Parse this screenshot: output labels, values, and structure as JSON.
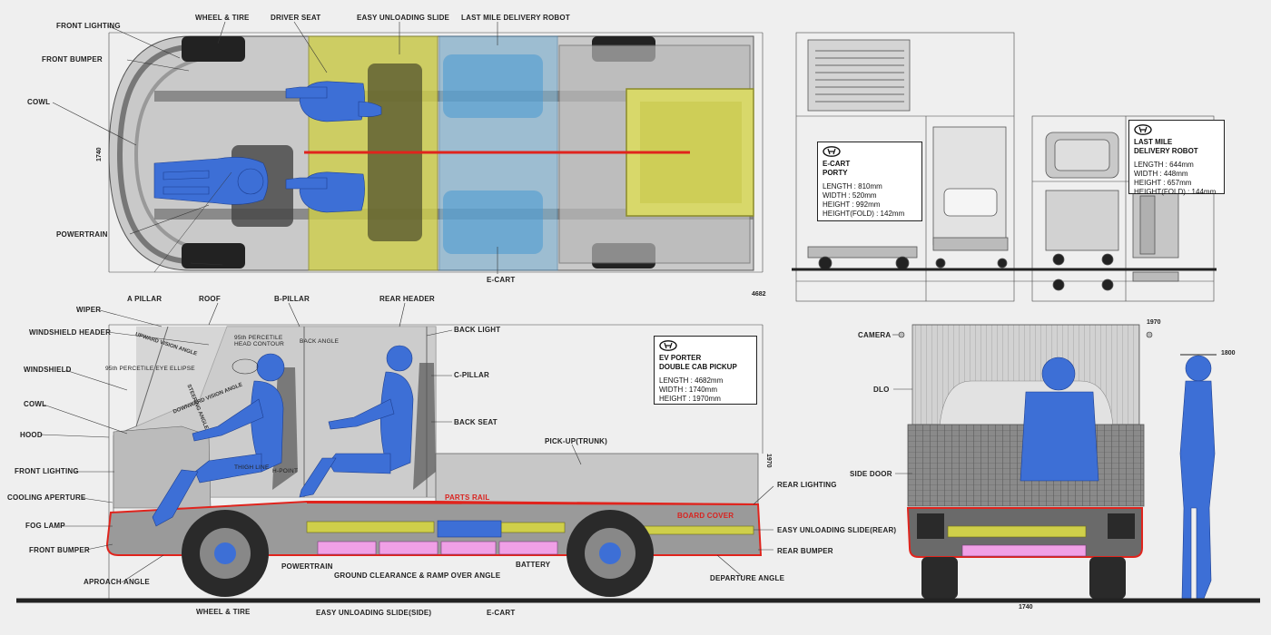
{
  "top_view": {
    "labels": {
      "front_lighting": "FRONT LIGHTING",
      "front_bumper": "FRONT BUMPER",
      "cowl": "COWL",
      "powertrain": "POWERTRAIN",
      "wheel_tire": "WHEEL & TIRE",
      "driver_seat": "DRIVER SEAT",
      "easy_unloading_slide": "EASY UNLOADING SLIDE",
      "last_mile_robot": "LAST MILE DELIVERY ROBOT",
      "e_cart": "E-CART"
    },
    "dimensions": {
      "width": "1740",
      "length": "4682"
    }
  },
  "side_view": {
    "labels": {
      "a_pillar": "A PILLAR",
      "roof": "ROOF",
      "b_pillar": "B-PILLAR",
      "rear_header": "REAR HEADER",
      "wiper": "WIPER",
      "windshield_header": "WINDSHIELD HEADER",
      "windshield": "WINDSHIELD",
      "cowl": "COWL",
      "hood": "HOOD",
      "front_lighting": "FRONT LIGHTING",
      "cooling_aperture": "COOLING APERTURE",
      "fog_lamp": "FOG LAMP",
      "front_bumper": "FRONT BUMPER",
      "approach_angle": "APROACH ANGLE",
      "wheel_tire": "WHEEL & TIRE",
      "powertrain": "POWERTRAIN",
      "ground_clearance": "GROUND CLEARANCE & RAMP OVER ANGLE",
      "slide_side": "EASY UNLOADING SLIDE(SIDE)",
      "e_cart": "E-CART",
      "battery": "BATTERY",
      "back_light": "BACK LIGHT",
      "c_pillar": "C-PILLAR",
      "back_seat": "BACK SEAT",
      "pickup_trunk": "PICK-UP(TRUNK)",
      "rear_lighting": "REAR LIGHTING",
      "slide_rear": "EASY UNLOADING SLIDE(REAR)",
      "rear_bumper": "REAR BUMPER",
      "departure_angle": "DEPARTURE ANGLE",
      "parts_rail": "PARTS RAIL",
      "board_cover": "BOARD COVER",
      "head_contour": "95th PERCETILE\nHEAD CONTOUR",
      "back_angle": "BACK ANGLE",
      "upward_vision": "UPWARD VISION ANGLE",
      "eye_ellipse": "95th PERCETILE EYE ELLIPSE",
      "downward_vision": "DOWNWARD VISION ANGLE",
      "thigh_line": "THIGH LINE",
      "h_point": "H-POINT",
      "steering": "STEERING ANGLE"
    },
    "dimensions": {
      "height": "1970"
    }
  },
  "rear_view": {
    "labels": {
      "camera": "CAMERA",
      "dlo": "DLO",
      "side_door": "SIDE DOOR"
    },
    "dimensions": {
      "height": "1970",
      "width": "1740",
      "person_height": "1800"
    }
  },
  "cards": {
    "ecart": {
      "title1": "E-CART",
      "title2": "PORTY",
      "specs": [
        "LENGTH : 810mm",
        "WIDTH : 520mm",
        "HEIGHT : 992mm",
        "HEIGHT(FOLD) : 142mm"
      ]
    },
    "robot": {
      "title1": "LAST MILE",
      "title2": "DELIVERY ROBOT",
      "specs": [
        "LENGTH : 644mm",
        "WIDTH : 448mm",
        "HEIGHT : 657mm",
        "HEIGHT(FOLD) : 144mm"
      ]
    },
    "porter": {
      "title1": "EV PORTER",
      "title2": "DOUBLE CAB PICKUP",
      "specs": [
        "LENGTH : 4682mm",
        "WIDTH : 1740mm",
        "HEIGHT : 1970mm"
      ]
    }
  },
  "colors": {
    "background": "#efefef",
    "body_gray": "#9a9a9a",
    "occupant_blue": "#3d6fd6",
    "slide_yellow": "#cfcf4a",
    "battery_pink": "#f0a0e6",
    "rail_red": "#e0241d",
    "robot_cyan": "#5aa6d6"
  }
}
